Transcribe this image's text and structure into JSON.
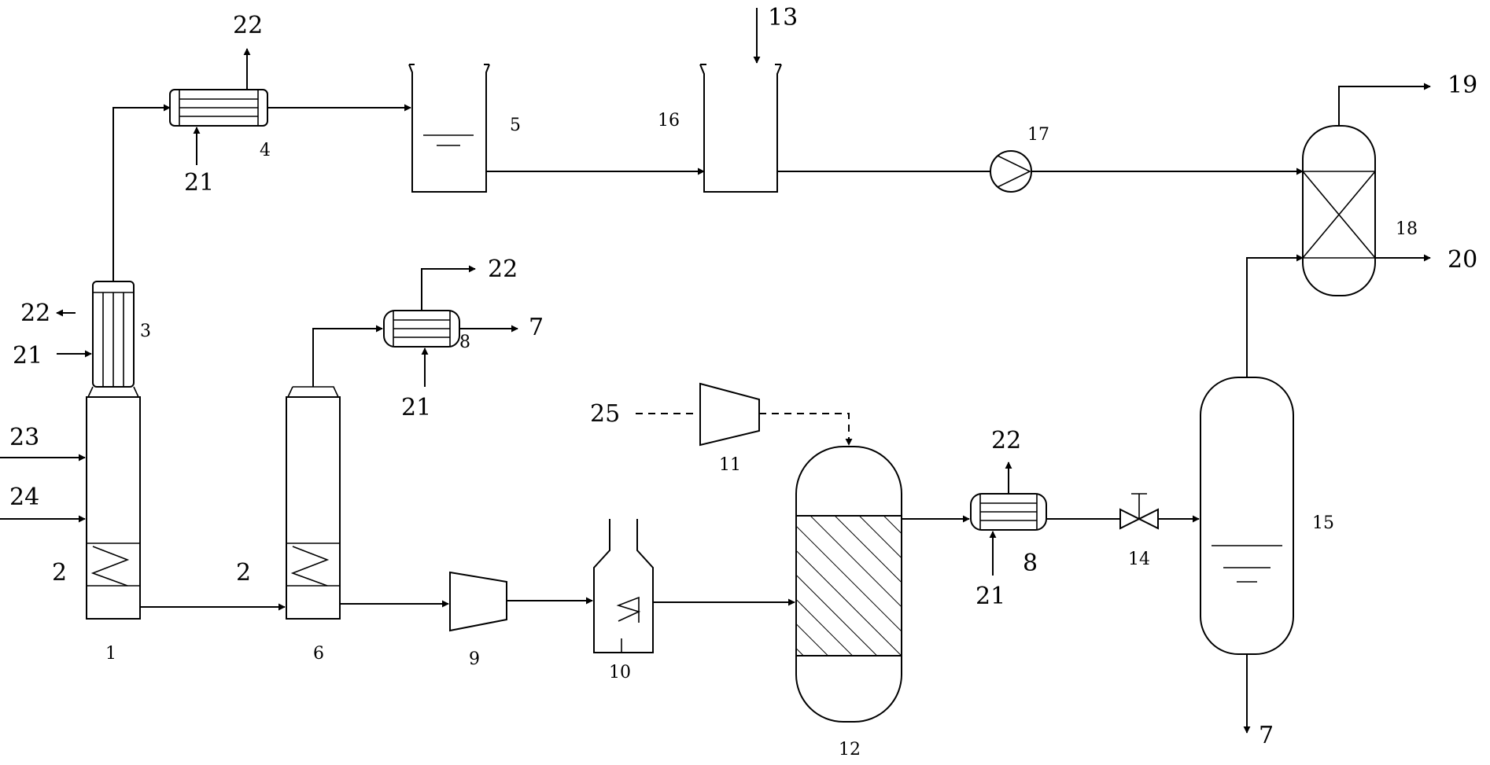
{
  "labels": {
    "n1": "1",
    "n2a": "2",
    "n2b": "2",
    "n3": "3",
    "n4": "4",
    "n5": "5",
    "n6": "6",
    "n7a": "7",
    "n7b": "7",
    "n8a": "8",
    "n8b": "8",
    "n9": "9",
    "n10": "10",
    "n11": "11",
    "n12": "12",
    "n13": "13",
    "n14": "14",
    "n15": "15",
    "n16": "16",
    "n17": "17",
    "n18": "18",
    "n19": "19",
    "n20": "20",
    "n21a": "21",
    "n21b": "21",
    "n21c": "21",
    "n21d": "21",
    "n22a": "22",
    "n22b": "22",
    "n22c": "22",
    "n22d": "22",
    "n23": "23",
    "n24": "24",
    "n25": "25"
  }
}
